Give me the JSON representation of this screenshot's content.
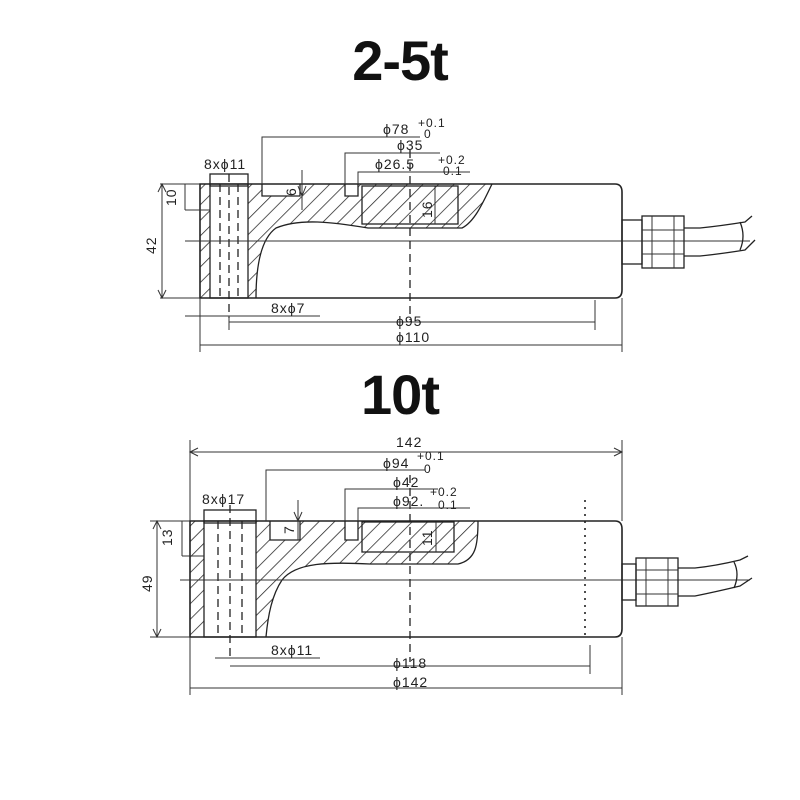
{
  "titles": {
    "top": "2-5t",
    "bottom": "10t"
  },
  "top_drawing": {
    "dims": {
      "d78": "ϕ78",
      "tol1_plus": "+0.1",
      "tol1_zero": "0",
      "d35": "ϕ35",
      "d26": "ϕ26.5",
      "tol2_plus": "+0.2",
      "tol2_zero": "0.1",
      "bolt_top": "8xϕ11",
      "h10": "10",
      "h6": "6",
      "h16": "16",
      "h42": "42",
      "bolt_bottom": "8xϕ7",
      "d95": "ϕ95",
      "d110": "ϕ110"
    }
  },
  "bottom_drawing": {
    "dims": {
      "w142": "142",
      "d94": "ϕ94",
      "tol1_plus": "+0.1",
      "tol1_zero": "0",
      "d42": "ϕ42",
      "d92": "ϕ92.",
      "tol2_plus": "+0.2",
      "tol2_zero": "0.1",
      "bolt_top": "8xϕ17",
      "h13": "13",
      "h7": "7",
      "h11": "11",
      "h49": "49",
      "bolt_bottom": "8xϕ11",
      "d118": "ϕ118",
      "d142": "ϕ142"
    }
  }
}
